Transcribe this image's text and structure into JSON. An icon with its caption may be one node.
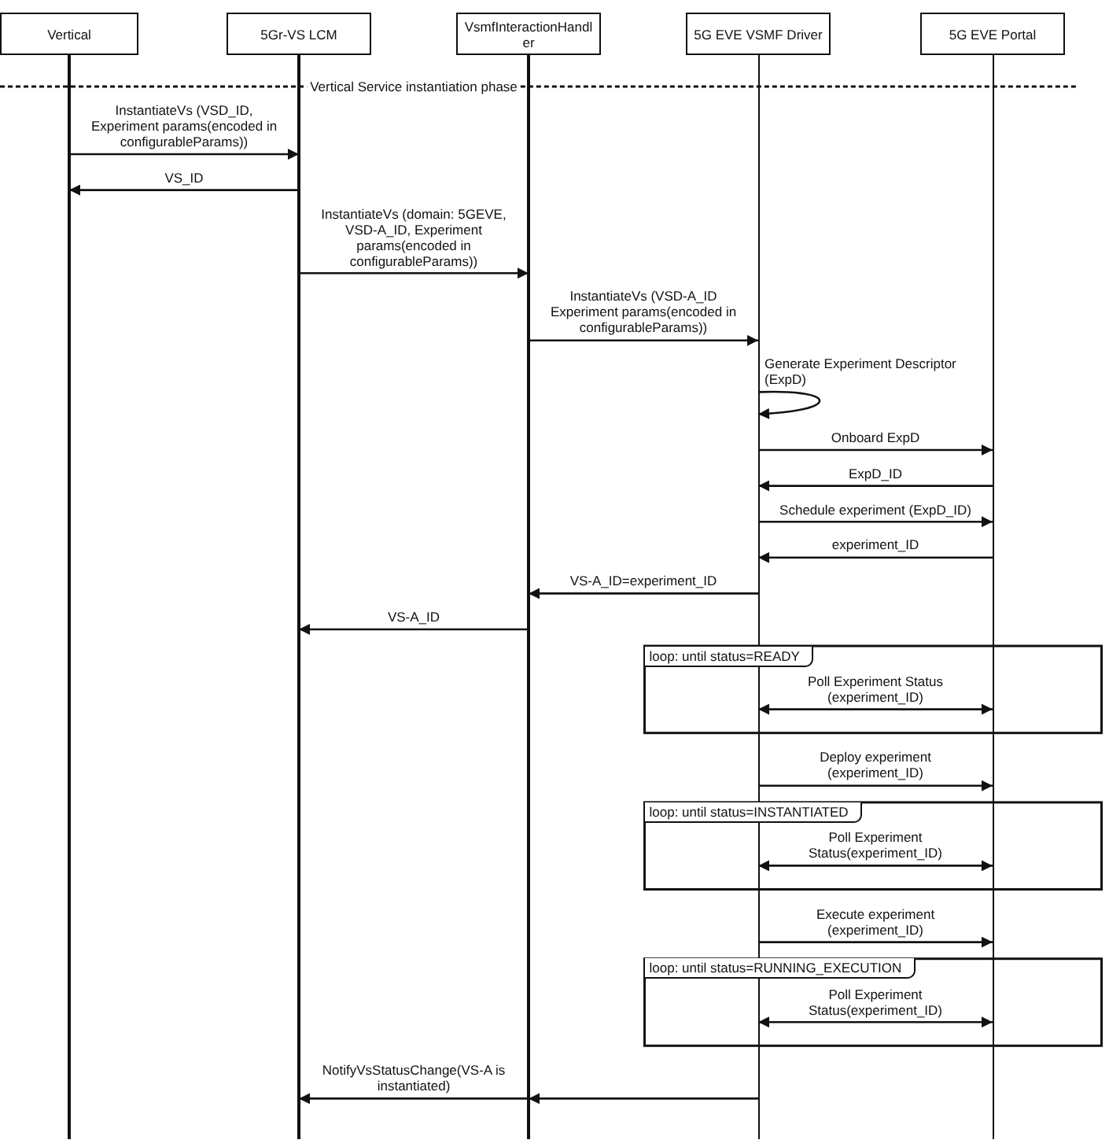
{
  "diagram": {
    "nodes": [
      {
        "text": [
          "Vertical"
        ]
      },
      {
        "text": [
          "5Gr-VS LCM"
        ]
      },
      {
        "text": [
          "VsmfInteractionHandler"
        ]
      },
      {
        "text": [
          "5G EVE VSMF Driver"
        ]
      },
      {
        "text": [
          "5G EVE Portal"
        ]
      },
      {
        "text": [
          "loop: until status=READY"
        ]
      },
      {
        "text": [
          "loop: until status=INSTANTIATED"
        ]
      },
      {
        "text": [
          "loop: until status=RUNNING_EXECUTION"
        ]
      }
    ],
    "edges": [
      {
        "from": 0,
        "to": 1,
        "arrow": "to",
        "label": "InstantiateVs (VSD_ID, Experiment params(encoded in configurableParams))"
      },
      {
        "from": 1,
        "to": 0,
        "arrow": "to",
        "label": "VS_ID"
      },
      {
        "from": 1,
        "to": 2,
        "arrow": "to",
        "label": "InstantiateVs (domain: 5GEVE, VSD-A_ID, Experiment params(encoded in configurableParams))"
      },
      {
        "from": 2,
        "to": 3,
        "arrow": "to",
        "label": "InstantiateVs (VSD-A_ID Experiment params(encoded in configurableParams))"
      },
      {
        "from": 3,
        "to": 3,
        "arrow": "to",
        "label": "Generate Experiment Descriptor (ExpD)"
      },
      {
        "from": 3,
        "to": 4,
        "arrow": "to",
        "label": "Onboard ExpD"
      },
      {
        "from": 4,
        "to": 3,
        "arrow": "to",
        "label": "ExpD_ID"
      },
      {
        "from": 3,
        "to": 4,
        "arrow": "to",
        "label": "Schedule experiment (ExpD_ID)"
      },
      {
        "from": 4,
        "to": 3,
        "arrow": "to",
        "label": "experiment_ID"
      },
      {
        "from": 3,
        "to": 2,
        "arrow": "to",
        "label": "VS-A_ID=experiment_ID"
      },
      {
        "from": 2,
        "to": 1,
        "arrow": "to",
        "label": "VS-A_ID"
      },
      {
        "from": 3,
        "to": 4,
        "arrow": "both",
        "label": "Poll Experiment Status (experiment_ID)"
      },
      {
        "from": 3,
        "to": 4,
        "arrow": "to",
        "label": "Deploy experiment (experiment_ID)"
      },
      {
        "from": 3,
        "to": 4,
        "arrow": "both",
        "label": "Poll Experiment Status(experiment_ID)"
      },
      {
        "from": 3,
        "to": 4,
        "arrow": "to",
        "label": "Execute experiment (experiment_ID)"
      },
      {
        "from": 3,
        "to": 4,
        "arrow": "both",
        "label": "Poll Experiment Status(experiment_ID)"
      },
      {
        "from": 3,
        "to": 2,
        "arrow": "to"
      },
      {
        "from": 2,
        "to": 1,
        "arrow": "to",
        "label": "NotifyVsStatusChange(VS-A is instantiated)"
      }
    ],
    "labels": [
      "Vertical Service instantiation phase"
    ]
  }
}
